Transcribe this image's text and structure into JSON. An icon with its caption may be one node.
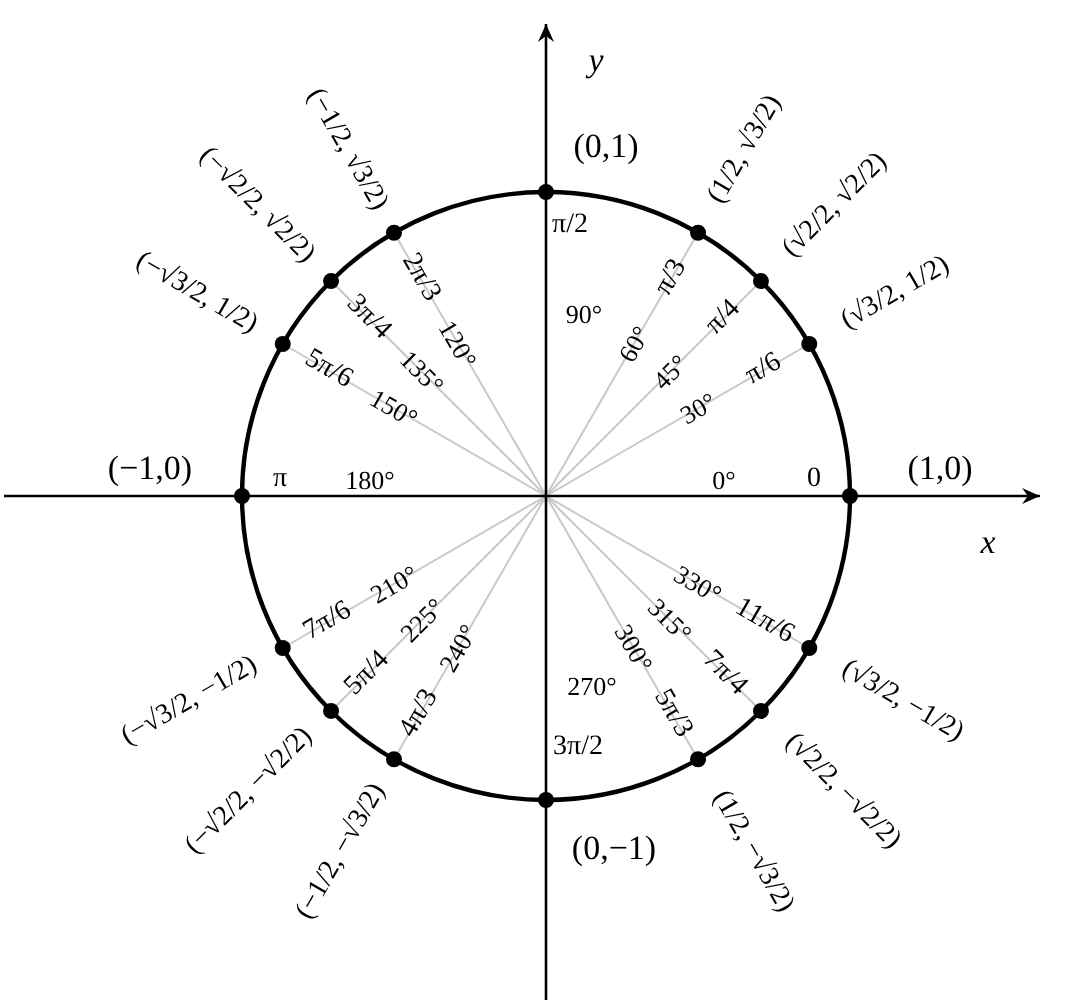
{
  "diagram": {
    "labels": [
      "y",
      "(−1/2, √3/2)",
      "(0,1)",
      "(1/2, √3/2)",
      "(−√2/2, √2/2)",
      "(√2/2, √2/2)",
      "(−√3/2, 1/2)",
      "(√3/2, 1/2)",
      "π/2",
      "2π/3",
      "π/3",
      "90°",
      "3π/4",
      "π/4",
      "120°",
      "60°",
      "5π/6",
      "135°",
      "45°",
      "π/6",
      "150°",
      "30°",
      "(−1,0)",
      "π",
      "180°",
      "0°",
      "0",
      "(1,0)",
      "x",
      "210°",
      "330°",
      "7π/6",
      "225°",
      "315°",
      "11π/6",
      "240°",
      "300°",
      "5π/4",
      "7π/4",
      "4π/3",
      "5π/3",
      "270°",
      "3π/2",
      "(−√3/2, −1/2)",
      "(√3/2, −1/2)",
      "(−√2/2, −√2/2)",
      "(√2/2, −√2/2)",
      "(0,−1)",
      "(−1/2, −√3/2)",
      "(1/2, −√3/2)"
    ]
  }
}
